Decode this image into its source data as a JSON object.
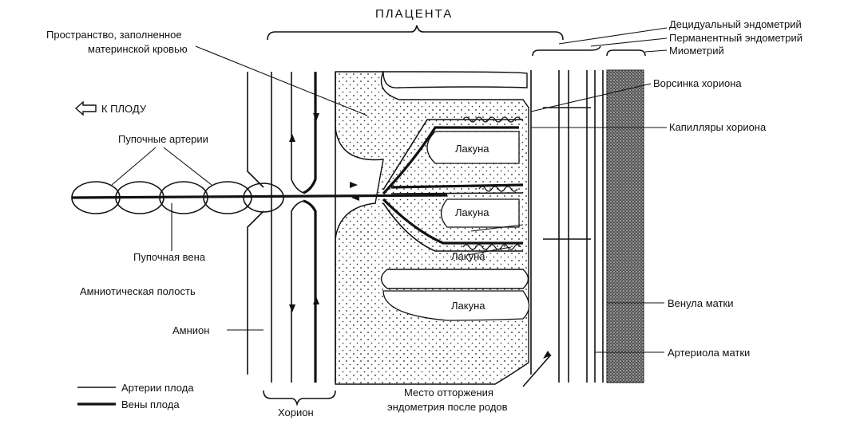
{
  "labels": {
    "placenta": "ПЛАЦЕНТА",
    "maternal_space_1": "Пространство, заполненное",
    "maternal_space_2": "материнской кровью",
    "to_fetus": "К ПЛОДУ",
    "umbilical_arteries": "Пупочные артерии",
    "umbilical_vein": "Пупочная вена",
    "amniotic_cavity": "Амниотическая полость",
    "amnion": "Амнион",
    "fetal_arteries": "Артерии плода",
    "fetal_veins": "Вены плода",
    "chorion": "Хорион",
    "separation_1": "Место отторжения",
    "separation_2": "эндометрия после родов",
    "decidual": "Децидуальный эндометрий",
    "permanent": "Перманентный эндометрий",
    "myometrium": "Миометрий",
    "villus": "Ворсинка хориона",
    "capillaries": "Капилляры хориона",
    "uterine_venule": "Венула матки",
    "uterine_arteriole": "Артериола матки",
    "lacuna": "Лакуна"
  }
}
